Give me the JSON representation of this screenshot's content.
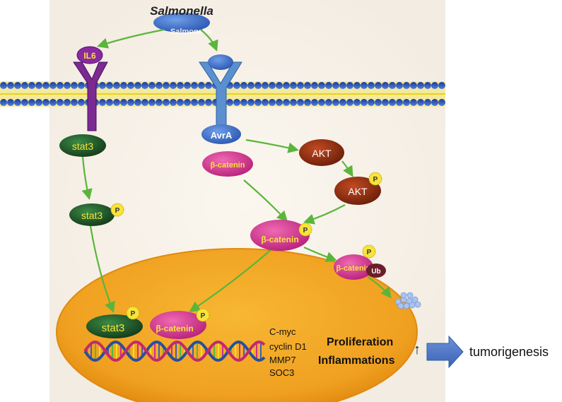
{
  "title": "Salmonella",
  "bacterium_label": "Salmonella",
  "receptors": {
    "il6": "IL6"
  },
  "proteins": {
    "avra": "AvrA",
    "stat3": "stat3",
    "stat3_p": "stat3",
    "stat3_nucleus": "stat3",
    "beta_catenin": "β-catenin",
    "beta_catenin_p": "β-catenin",
    "beta_catenin_ub": "β-catenin",
    "beta_catenin_nucleus": "β-catenin",
    "akt": "AKT",
    "akt_p": "AKT"
  },
  "modifiers": {
    "phospho": "P",
    "ubiquitin": "Ub"
  },
  "target_genes": [
    "C-myc",
    "cyclin D1",
    "MMP7",
    "SOC3"
  ],
  "outcomes": {
    "proliferation": "Proliferation",
    "inflammations": "Inflammations",
    "up_arrow": "↑"
  },
  "result": "tumorigenesis",
  "colors": {
    "membrane_blue": "#3a5fc8",
    "membrane_yellow": "#f2e21a",
    "arrow_green": "#5bb53b",
    "stat3_green": "#1f5a2a",
    "beta_catenin_magenta": "#d12c8c",
    "akt_brown": "#8a2c12",
    "nucleus_orange": "#f0a020",
    "receptor_purple": "#7a2a90",
    "receptor_blue": "#5b90d0",
    "label_yellow": "#f7e43a"
  }
}
